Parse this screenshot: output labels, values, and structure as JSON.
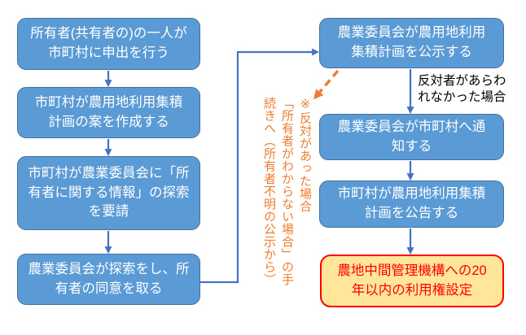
{
  "flowchart": {
    "left_nodes": [
      {
        "label": "所有者(共有者の)の一人が\n市町村に申出を行う"
      },
      {
        "label": "市町村が農用地利用集積\n計画の案を作成する"
      },
      {
        "label": "市町村が農業委員会に「所\n有者に関する情報」の探索\nを要請"
      },
      {
        "label": "農業委員会が探索をし、所\n有者の同意を取る"
      }
    ],
    "right_nodes": [
      {
        "label": "農業委員会が農用地利用\n集積計画を公示する"
      },
      {
        "label": "農業委員会が市町村へ通\n知する"
      },
      {
        "label": "市町村が農用地利用集積\n計画を公告する"
      }
    ],
    "result_node": {
      "label": "農地中間管理機構への20\n年以内の利用権設定"
    },
    "edge_label": "反対者があらわ\nれなかった場合",
    "note_vertical": {
      "lines": [
        "※反対があった場合",
        "「所有者がわからない場合」の手",
        "続きへ（所有者不明の公示から）"
      ]
    },
    "colors": {
      "node_fill": "#5B9BD5",
      "node_border": "#41719C",
      "node_text": "#FFFFFF",
      "arrow": "#4472C4",
      "note_orange": "#ED7D31",
      "result_fill": "#FFE699",
      "result_border": "#FF0000",
      "result_text": "#FF0000",
      "edge_label_text": "#000000"
    }
  }
}
